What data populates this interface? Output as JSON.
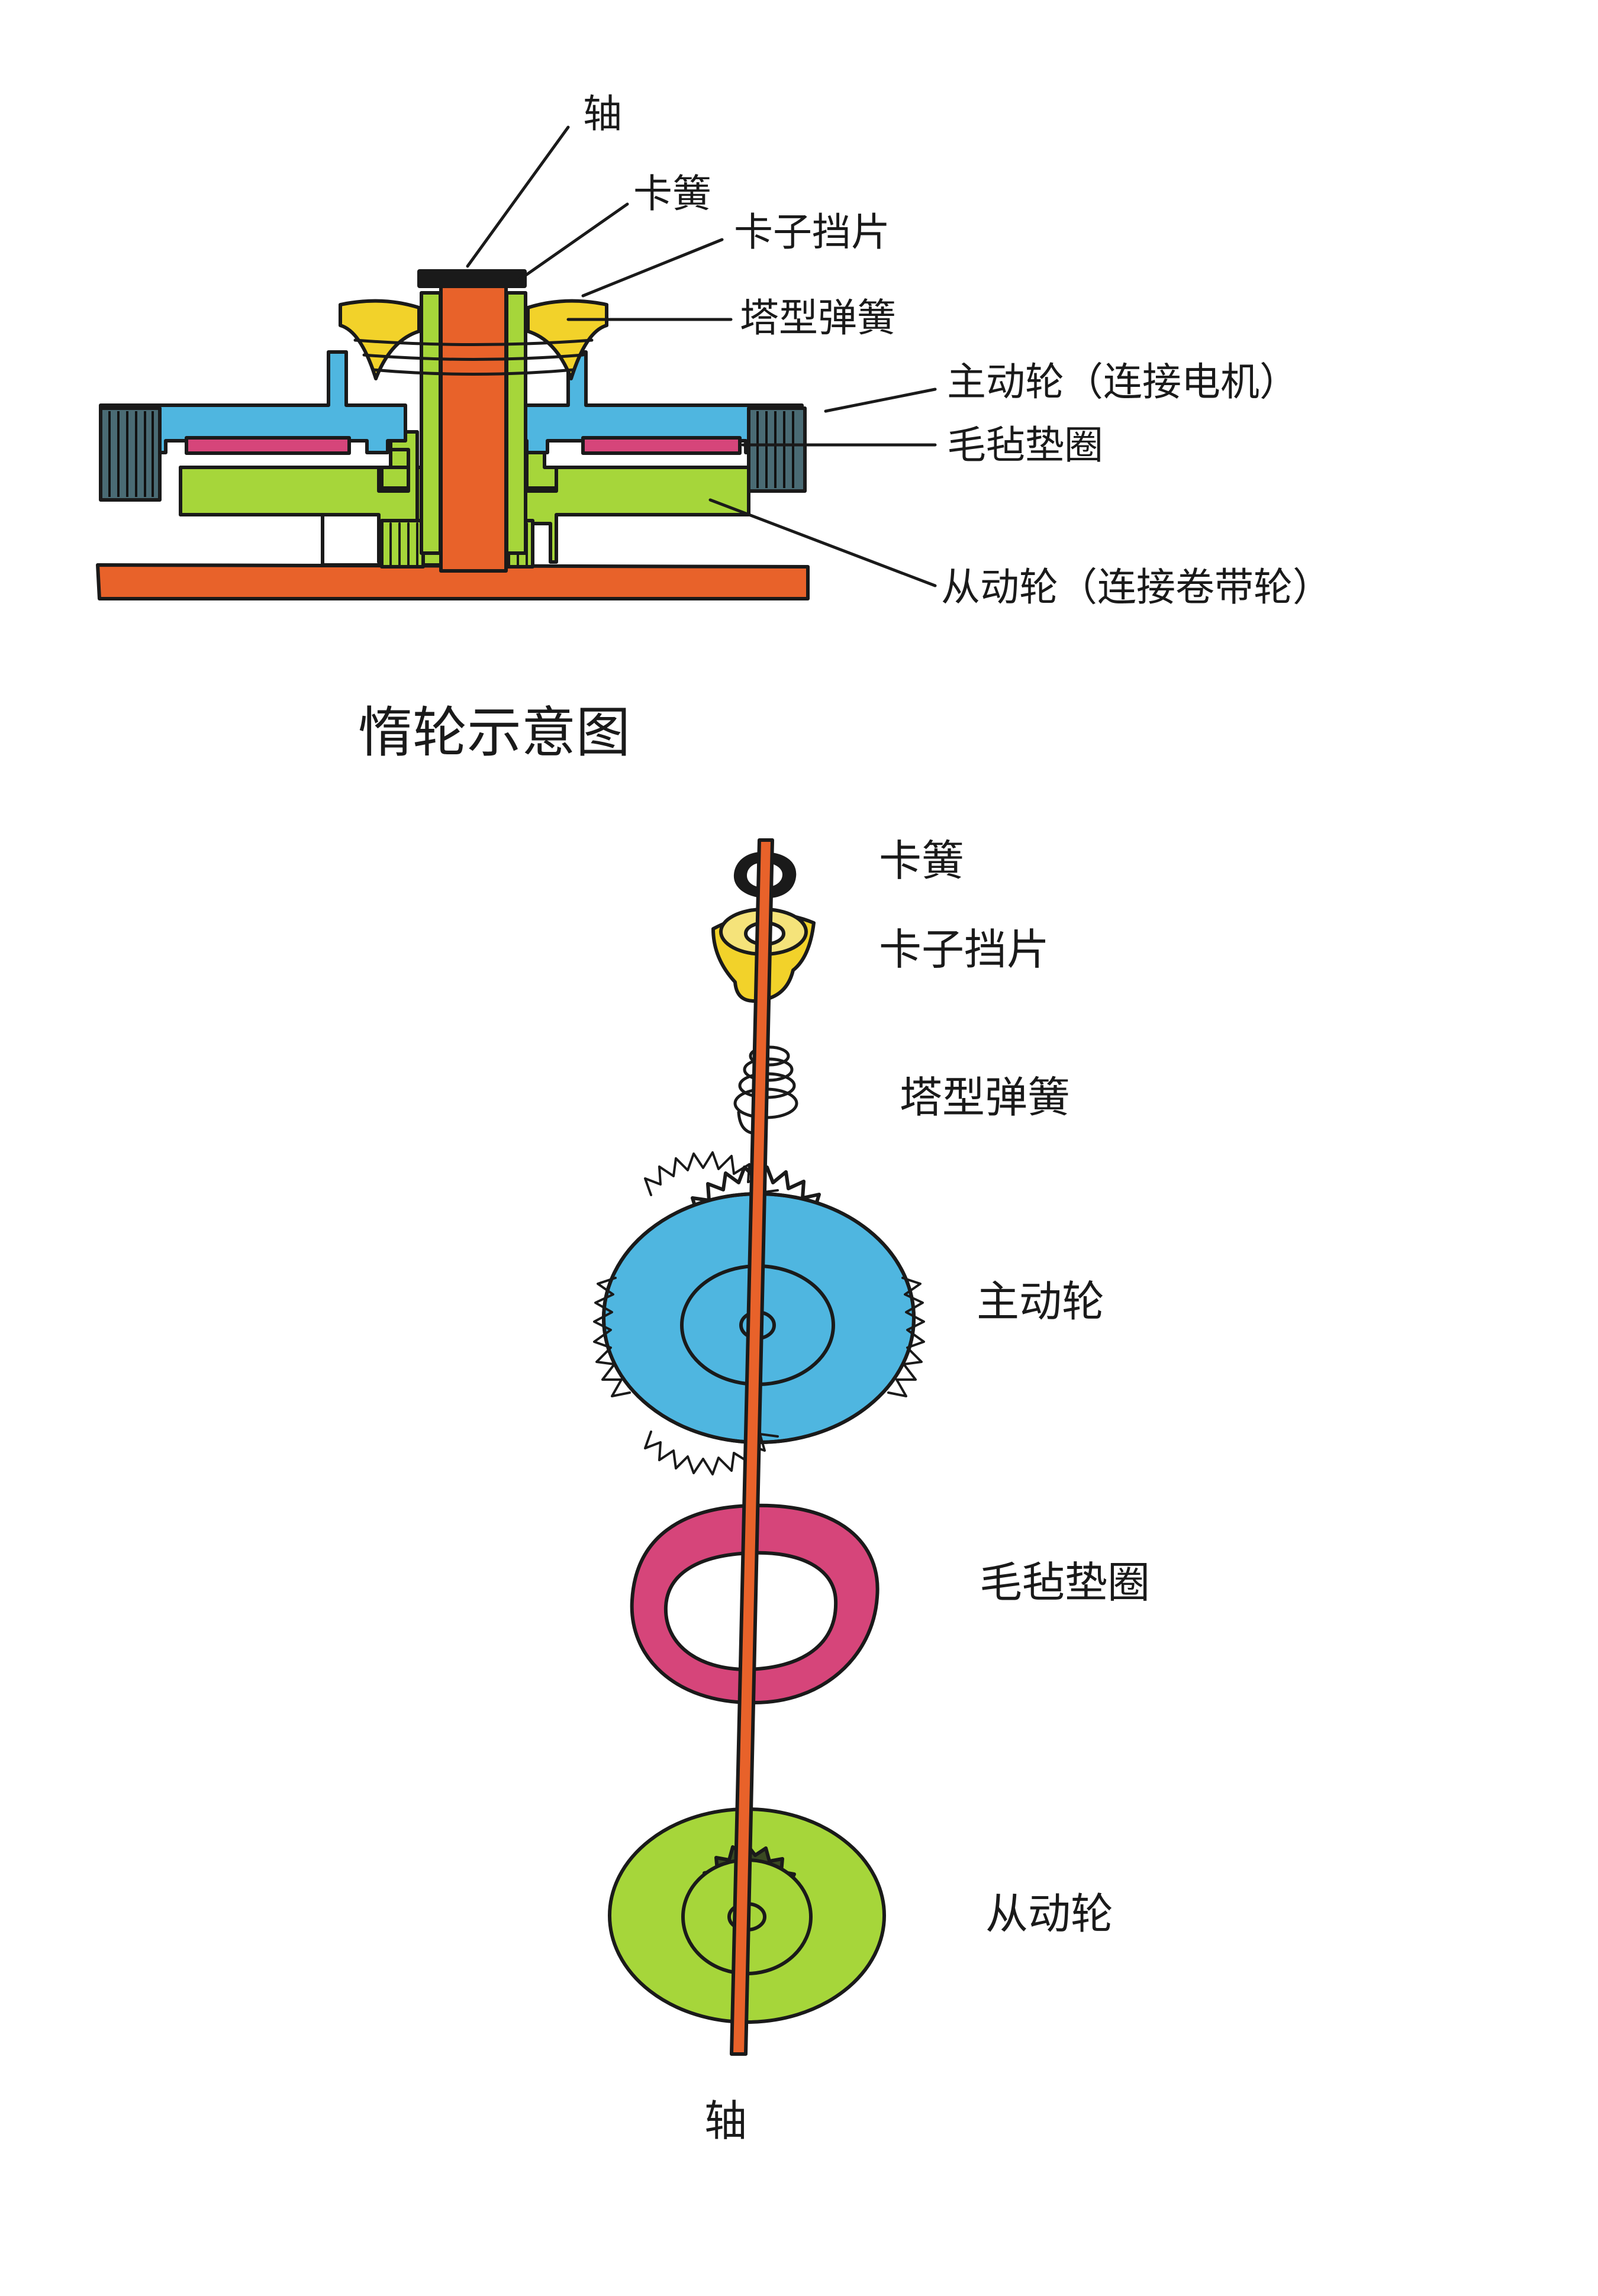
{
  "section_view": {
    "labels": {
      "shaft": "轴",
      "circlip": "卡簧",
      "retainer_plate": "卡子挡片",
      "tower_spring": "塔型弹簧",
      "drive_wheel": "主动轮（连接电机）",
      "felt_washer": "毛毡垫圈",
      "driven_wheel": "从动轮（连接卷带轮）"
    },
    "caption": "惰轮示意图"
  },
  "exploded_view": {
    "labels": {
      "circlip": "卡簧",
      "retainer_plate": "卡子挡片",
      "tower_spring": "塔型弹簧",
      "drive_wheel": "主动轮",
      "felt_washer": "毛毡垫圈",
      "driven_wheel": "从动轮",
      "shaft": "轴"
    }
  },
  "colors": {
    "shaft": "#e8622a",
    "drive_wheel": "#4fb6e0",
    "driven_wheel": "#a6d63a",
    "felt_washer": "#d6457a",
    "retainer_plate": "#f2d22a",
    "tower_spring": "#ffffff",
    "outline": "#1a1a1a"
  }
}
